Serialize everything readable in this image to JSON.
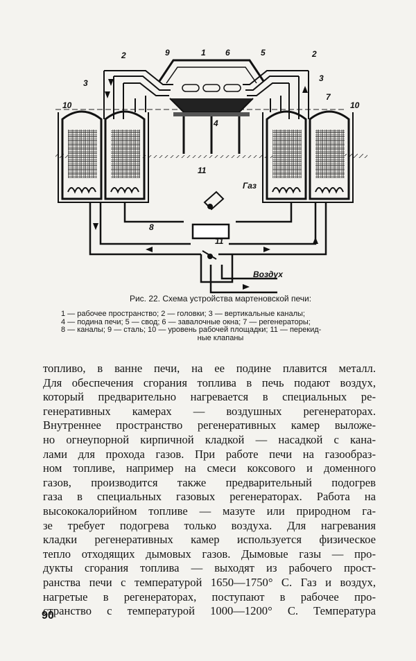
{
  "figure": {
    "callouts": [
      "1",
      "2",
      "2",
      "3",
      "3",
      "4",
      "5",
      "6",
      "7",
      "8",
      "9",
      "10",
      "10",
      "11",
      "11"
    ],
    "gas_label": "Газ",
    "air_label": "Воздух"
  },
  "caption": {
    "title": "Рис. 22. Схема устройства мартеновской печи:",
    "legend_lines": [
      "1 — рабочее пространство; 2 — головки; 3 — вертикальные каналы;",
      "4 — подина печи; 5 — свод; 6 — завалочные окна; 7 — регенераторы;",
      "8 — каналы; 9 — сталь; 10 — уровень рабочей площадки; 11 — перекид-",
      "ные клапаны"
    ]
  },
  "body_lines": [
    "топливо, в ванне печи, на ее подине плавится металл.",
    "Для обеспечения сгорания топлива в печь подают воздух,",
    "который предварительно нагревается в специальных ре-",
    "генеративных камерах — воздушных регенераторах.",
    "Внутреннее пространство регенеративных камер выложе-",
    "но огнеупорной кирпичной кладкой — насадкой с кана-",
    "лами для прохода газов. При работе печи на газообраз-",
    "ном топливе, например на смеси коксового и доменного",
    "газов, производится также предварительный подогрев",
    "газа в специальных газовых регенераторах. Работа на",
    "высококалорийном топливе — мазуте или природном га-",
    "зе требует подогрева только воздуха. Для нагревания",
    "кладки регенеративных камер используется физическое",
    "тепло отходящих дымовых газов. Дымовые газы — про-",
    "дукты сгорания топлива — выходят из рабочего прост-",
    "ранства печи с температурой 1650—1750° С. Газ и воздух,",
    "нагретые в регенераторах, поступают в рабочее про-",
    "странство с температурой 1000—1200° С. Температура"
  ],
  "page_number": "90"
}
